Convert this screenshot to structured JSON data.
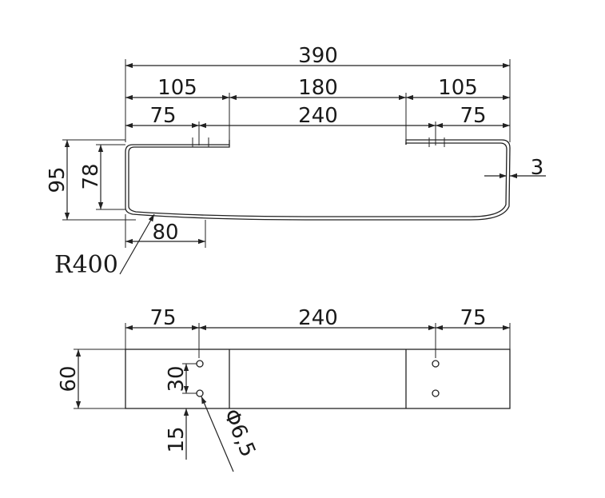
{
  "top_view": {
    "dim_overall": "390",
    "dim_left_seg": "105",
    "dim_mid_seg": "180",
    "dim_right_seg": "105",
    "dim_left_hole": "75",
    "dim_hole_span": "240",
    "dim_right_hole": "75",
    "dim_thickness": "3",
    "dim_height_outer": "95",
    "dim_height_inner": "78",
    "dim_curve_start": "80",
    "radius_label": "R400"
  },
  "front_view": {
    "dim_left_hole": "75",
    "dim_hole_span": "240",
    "dim_right_hole": "75",
    "dim_height": "60",
    "dim_hole_pitch": "30",
    "dim_hole_offset": "15",
    "hole_diameter": "Φ6,5"
  }
}
